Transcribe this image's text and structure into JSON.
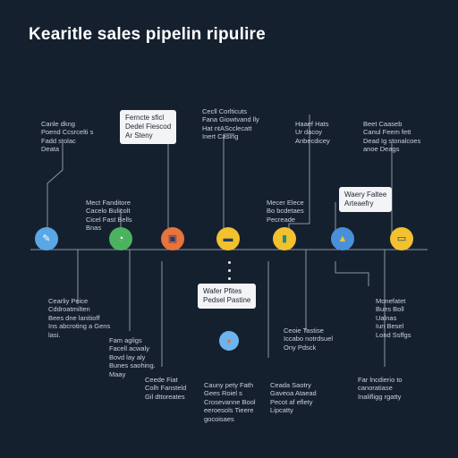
{
  "title": "Kearitle sales pipelin ripulire",
  "nodes": [
    {
      "icon": "pen-icon",
      "color": "#5aa7e6"
    },
    {
      "icon": "chat-icon",
      "color": "#4bb35e"
    },
    {
      "icon": "screen-icon",
      "color": "#e8743b"
    },
    {
      "icon": "monitor-icon",
      "color": "#f2c12e"
    },
    {
      "icon": "book-icon",
      "color": "#f2c12e"
    },
    {
      "icon": "bottle-icon",
      "color": "#4a90d9"
    },
    {
      "icon": "card-icon",
      "color": "#f2c12e"
    },
    {
      "icon": "drop-icon",
      "color": "#6cb4ee"
    }
  ],
  "callouts": {
    "top_left": [
      "Ferncte sficl",
      "Dedel Fiescod",
      "Ar Steny"
    ],
    "right": [
      "Waery Faltee",
      "Arteaefry"
    ],
    "lower": [
      "Wafer Pfites",
      "Pedsel Pastine"
    ]
  },
  "notes": {
    "top_1": [
      "Canle dkng",
      "Poend Ccsrcelti s",
      "Fadd stolac",
      "Deata"
    ],
    "top_2": [
      "Cecll Corlticuts",
      "Fana Giowtvand lly",
      "Hat ntAScclecatt",
      "Inert Casing"
    ],
    "top_3": [
      "Haaef Hats",
      "Ur dacoy",
      "Anbecdicey"
    ],
    "top_4": [
      "Beet Caaseb",
      "Canul Feem fett",
      "Dead Ig stonalcoes",
      "anoe Deags"
    ],
    "mid_1": [
      "Mect Fanditore",
      "Cacelo Bulicolt",
      "Cicel Fast Bells",
      "Bnas"
    ],
    "mid_2": [
      "Mecer Elece",
      "Bo bcdetaes",
      "Pecreade"
    ],
    "low_1": [
      "Cearliy Peice",
      "Cddroatmilten",
      "Bees dne lanitioff",
      "Ins abcroting a Gens",
      "lasi."
    ],
    "low_2": [
      "Fam agligs",
      "Facell acwaly",
      "Bovd lay aly",
      "Bunes saohing.",
      "Maay"
    ],
    "low_3": [
      "Ceede Fiat",
      "Colh Fansteld",
      "Gil dttoreates"
    ],
    "low_4": [
      "Cauny pety Fath",
      "Gees Roiel s",
      "Crosevanne Bool",
      "eeroesols Tieere",
      "gocoisaes"
    ],
    "low_5": [
      "Ceoie Tastise",
      "Iccabo notrdsuel",
      "Ony Pdsck"
    ],
    "low_6": [
      "Ceada Saotry",
      "Gaveoa Ataead",
      "Pecot af eflety",
      "Lipcatty"
    ],
    "low_7": [
      "Monefatet",
      "Bues Boll",
      "Ualnas",
      "Iun Besel",
      "Lond Ssffgs"
    ],
    "low_8": [
      "Far lncdierio to",
      "canoratiase",
      "Inalifligg rgatty"
    ]
  }
}
